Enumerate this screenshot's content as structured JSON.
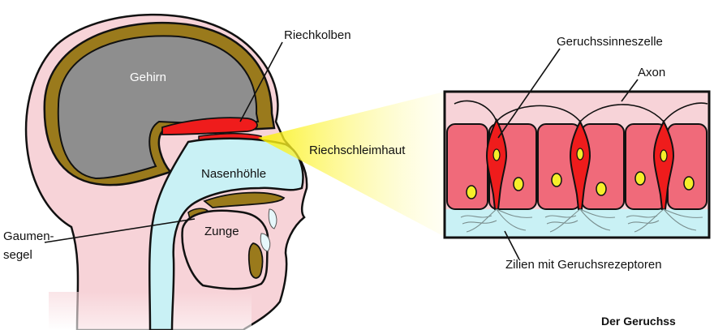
{
  "labels": {
    "gehirn": "Gehirn",
    "riechkolben": "Riechkolben",
    "riechschleimhaut": "Riechschleimhaut",
    "nasenhoehle": "Nasenhöhle",
    "gaumensegel_line1": "Gaumen-",
    "gaumensegel_line2": "segel",
    "zunge": "Zunge",
    "geruchssinneszelle": "Geruchssinneszelle",
    "axon": "Axon",
    "zilien": "Zilien mit Geruchsrezeptoren",
    "caption": "Der Geruchss"
  },
  "colors": {
    "skin": "#f7d3d8",
    "brain": "#8e8e8e",
    "bone": "#9a7a1c",
    "bulb": "#ef1c1c",
    "nasal_cavity": "#c9f1f5",
    "cell": "#f06a7a",
    "nucleus": "#f6ee2a",
    "beam": "#fbf39b"
  }
}
